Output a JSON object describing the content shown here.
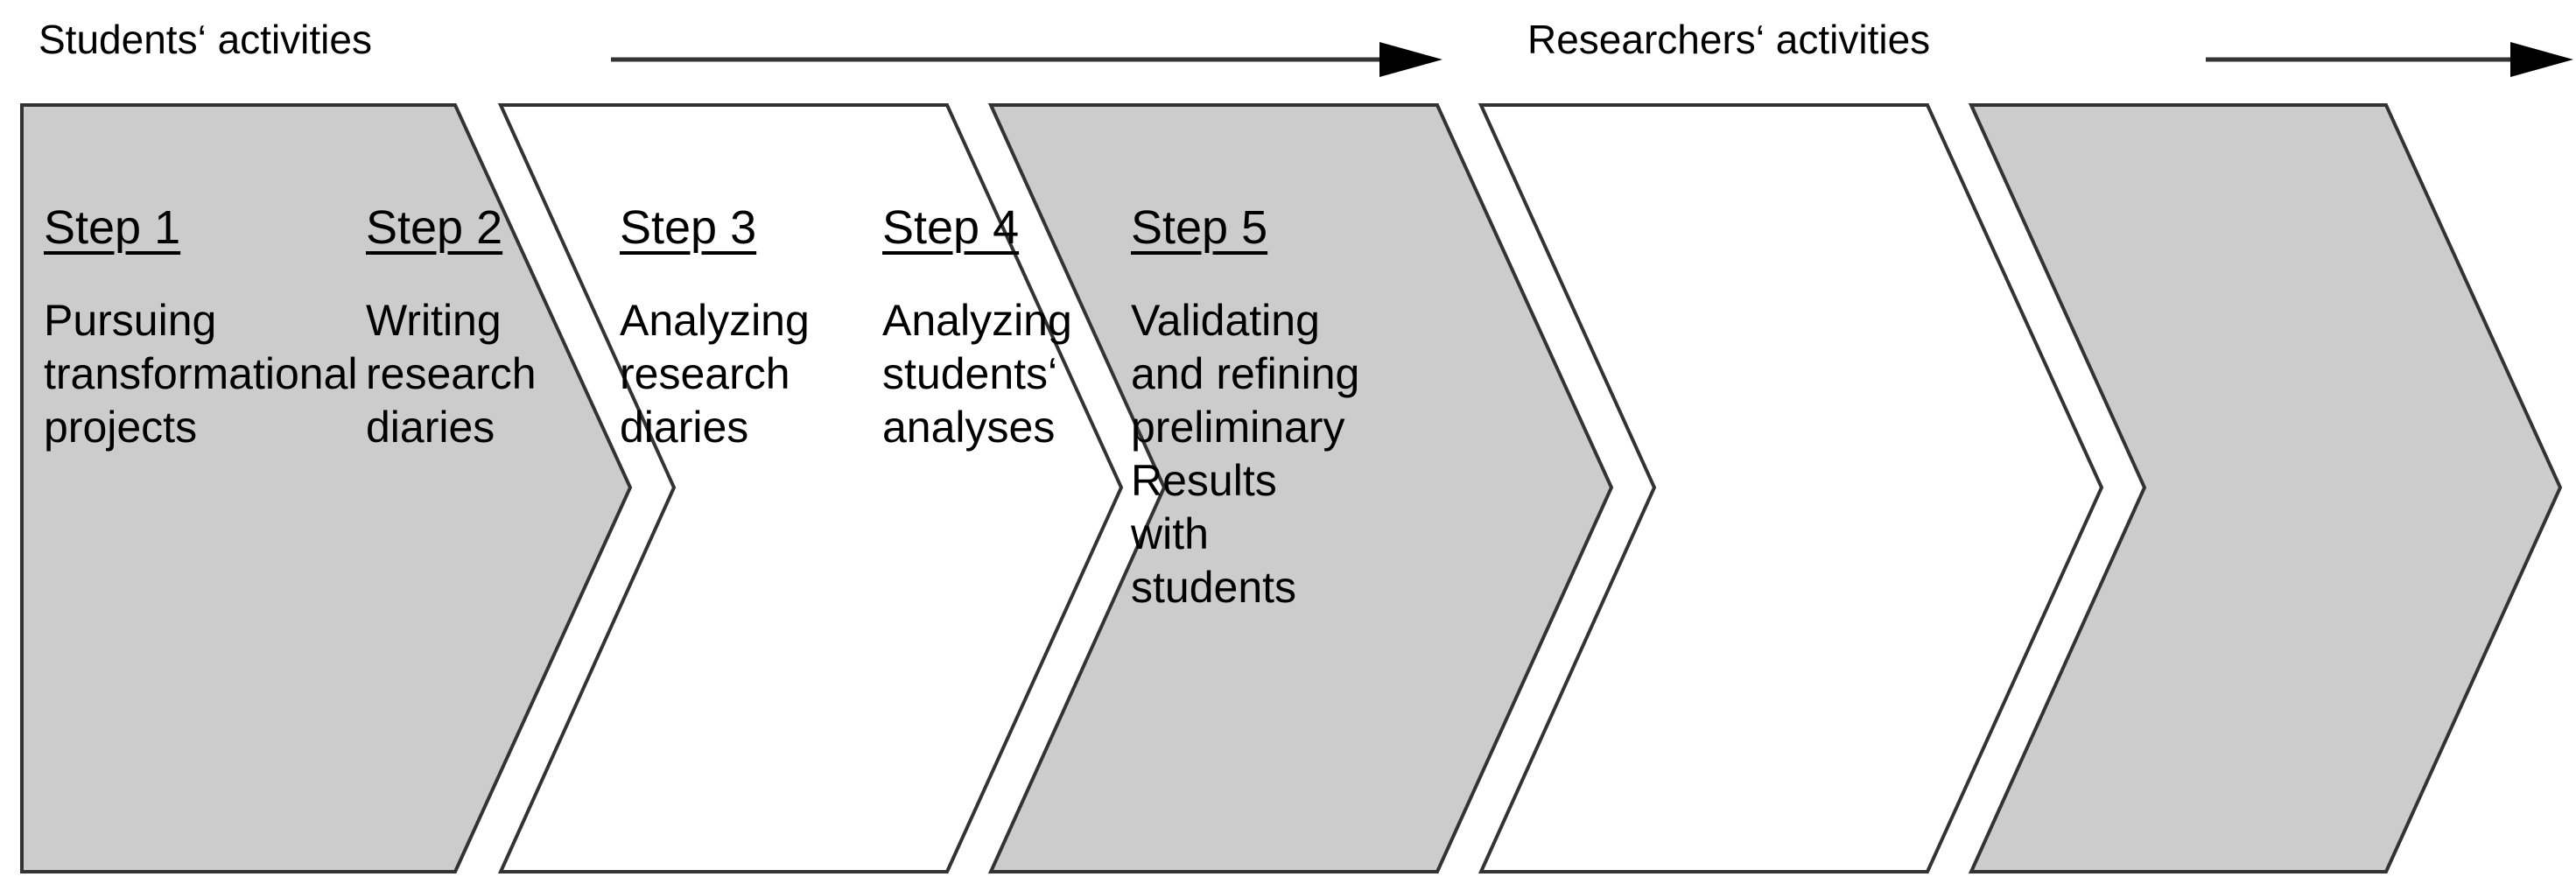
{
  "diagram": {
    "title": "Five-step research process",
    "background_color": "#ffffff",
    "line_color": "#333333",
    "gray_fill": "#cccccc",
    "white_fill": "#ffffff"
  },
  "phases": [
    {
      "label": "Students‘ activities",
      "arrow": "arrow-right-icon"
    },
    {
      "label": "Researchers‘ activities",
      "arrow": "arrow-right-icon"
    }
  ],
  "steps": [
    {
      "title": "Step 1",
      "body": "Pursuing\ntransformational\nprojects",
      "fill": "#cccccc"
    },
    {
      "title": "Step 2",
      "body": "Writing\nresearch\ndiaries",
      "fill": "#ffffff"
    },
    {
      "title": "Step 3",
      "body": "Analyzing\nresearch\ndiaries",
      "fill": "#cccccc"
    },
    {
      "title": "Step 4",
      "body": "Analyzing\nstudents‘\nanalyses",
      "fill": "#ffffff"
    },
    {
      "title": "Step 5",
      "body": "Validating\nand refining\npreliminary\nResults\nwith\nstudents",
      "fill": "#cccccc"
    }
  ]
}
